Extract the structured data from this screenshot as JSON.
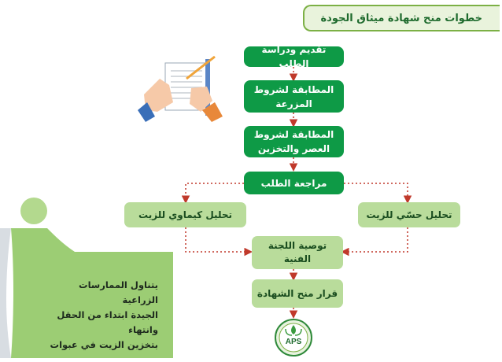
{
  "title": "خطوات منح شهادة ميثاق الجودة",
  "steps": {
    "s1": "تقديم ودراسة الطلب",
    "s2": "المطابقة لشروط المزرعة",
    "s3": "المطابقة لشروط العصر والتخزين",
    "s4": "مراجعة الطلب",
    "chem": "تحليل كيماوي للزيت",
    "sens": "تحليل حسّي للزيت",
    "s5": "توصية اللجنة الفنية",
    "s6": "قرار منح الشهادة"
  },
  "note": {
    "line1": "يتناول الممارسات الزراعية",
    "line2": "الجيدة ابتداء من الحقل وانتهاء",
    "line3": "بتخزين الزيت في عبوات"
  },
  "logo": {
    "text": "APS"
  },
  "colors": {
    "dark_green": "#0e9a46",
    "light_green": "#b9dc9b",
    "panel": "#9ccd74",
    "arrow": "#c0392b"
  }
}
